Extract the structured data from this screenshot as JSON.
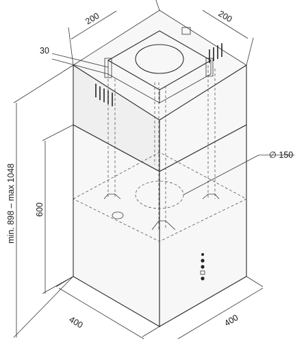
{
  "dimensions": {
    "top_width_left": "200",
    "top_width_right": "200",
    "offset_top": "30",
    "height_range": "min. 898 – max 1048",
    "body_height": "600",
    "duct_diameter": "∅ 150",
    "base_width_left": "400",
    "base_width_right": "400"
  },
  "colors": {
    "line": "#2a2a2a",
    "face": "#f7f7f7"
  }
}
